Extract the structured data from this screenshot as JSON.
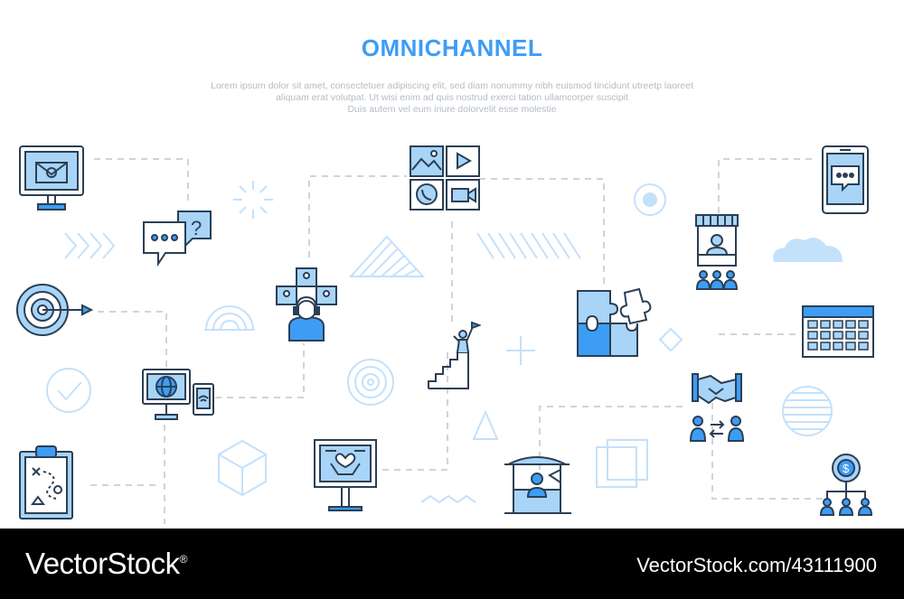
{
  "header": {
    "title": "OMNICHANNEL",
    "description_lines": [
      "Lorem ipsum dolor sit amet, consectetuer adipiscing elit, sed diam nonummy nibh euismod tincidunt utreetp laoreet",
      "aliquam erat volutpat. Ut wisi enim ad  quis nostrud exerci tation ullamcorper suscipit",
      "Duis autem vel eum iriure dolorvelit esse molestie"
    ]
  },
  "footer": {
    "brand": "VectorStock",
    "brand_mark": "®",
    "image_id": "VectorStock.com/43111900"
  },
  "colors": {
    "accent": "#3d9df5",
    "icon_fill": "#a8d4f7",
    "icon_stroke": "#2b3f55",
    "deco": "#c3e1fb",
    "dash": "#d0d4d9",
    "footer_bg": "#000000"
  },
  "icons": [
    "email-monitor-icon",
    "chat-bubbles-icon",
    "target-icon",
    "media-grid-icon",
    "customer-service-icon",
    "web-devices-icon",
    "clipboard-strategy-icon",
    "billboard-icon",
    "success-stairs-icon",
    "puzzle-icon",
    "smartphone-chat-icon",
    "store-icon",
    "calendar-icon",
    "handshake-icon",
    "kiosk-icon",
    "hierarchy-icon"
  ]
}
